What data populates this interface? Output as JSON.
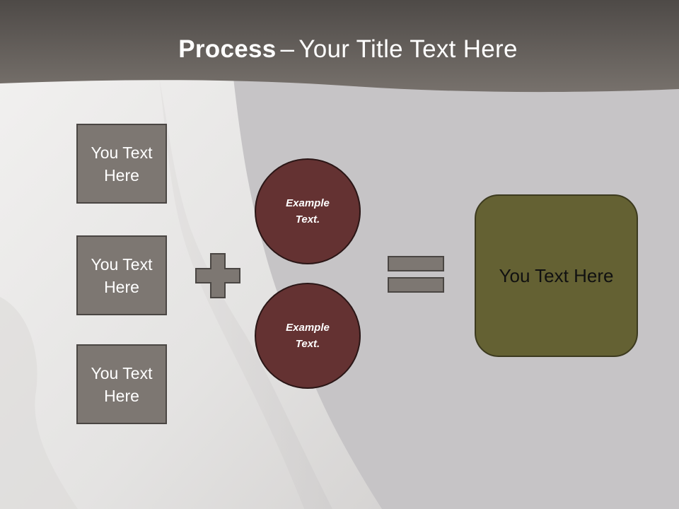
{
  "slide": {
    "title_bold": "Process",
    "title_dash": "–",
    "title_rest": "Your Title Text Here"
  },
  "left_boxes": [
    {
      "text": "You Text Here"
    },
    {
      "text": "You Text Here"
    },
    {
      "text": "You Text Here"
    }
  ],
  "circles": [
    {
      "text": "Example Text."
    },
    {
      "text": "Example Text."
    }
  ],
  "result": {
    "text": "You Text Here"
  },
  "operators": {
    "plus": "plus-icon",
    "equals": "equals-icon"
  },
  "colors": {
    "header": "#6f6a66",
    "box_fill": "#7d7772",
    "circle_fill": "#643232",
    "result_fill": "#646133",
    "operator_fill": "#7d7772"
  }
}
